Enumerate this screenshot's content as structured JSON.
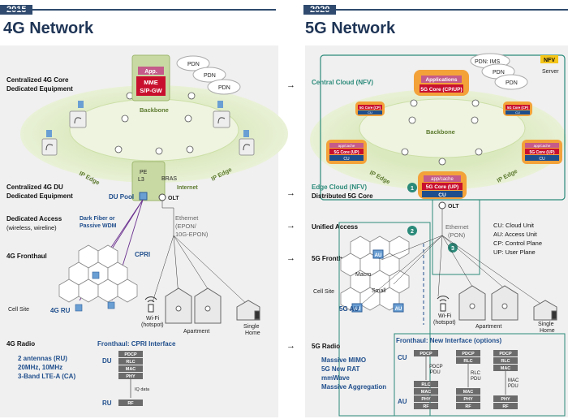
{
  "years": {
    "left": "2015",
    "right": "2020"
  },
  "titles": {
    "left": "4G Network",
    "right": "5G Network"
  },
  "left": {
    "rows": {
      "core_1": "Centralized 4G Core",
      "core_2": "Dedicated Equipment",
      "du_1": "Centralized 4G DU",
      "du_2": "Dedicated Equipment",
      "access_1": "Dedicated Access",
      "access_2": "(wireless, wireline)",
      "fronthaul": "4G Fronthaul",
      "cellsite": "Cell Site",
      "radio": "4G Radio"
    },
    "core": {
      "app": "App.",
      "mme_1": "MME",
      "mme_2": "S/P-GW",
      "pdn": "PDN"
    },
    "backbone": "Backbone",
    "ip_edge": "IP Edge",
    "pe_1": "PE",
    "pe_2": "L3",
    "bras": "BRAS",
    "internet": "Internet",
    "du_pool": "DU Pool",
    "olt": "OLT",
    "dark_fiber_1": "Dark Fiber or",
    "dark_fiber_2": "Passive WDM",
    "ethernet_1": "Ethernet",
    "ethernet_2": "(EPON/",
    "ethernet_3": "10G-EPON)",
    "cpri": "CPRI",
    "ru_4g": "4G RU",
    "wifi_1": "Wi-Fi",
    "wifi_2": "(hotspot)",
    "apartment": "Apartment",
    "single_1": "Single",
    "single_2": "Home",
    "fronthaul_title": "Fronthaul: CPRI Interface",
    "radio_spec_1": "2 antennas (RU)",
    "radio_spec_2": "20MHz, 10MHz",
    "radio_spec_3": "3-Band LTE-A (CA)",
    "du_label": "DU",
    "ru_label": "RU",
    "iq_data": "IQ data",
    "stack": {
      "pdcp": "PDCP",
      "rlc": "RLC",
      "mac": "MAC",
      "phy": "PHY",
      "rf": "RF"
    }
  },
  "arrows": "→",
  "right": {
    "central_cloud": "Central Cloud (NFV)",
    "nfv": "NFV",
    "server": "Server",
    "pdn_ims": "PDN: IMS",
    "pdn": "PDN",
    "applications": "Applications",
    "core_cpup": "5G Core (CP/UP)",
    "core_cp": "5G Core (CP)",
    "core_up": "5G Core (UP)",
    "cu": "CU",
    "app_cache": "app/cache",
    "backbone": "Backbone",
    "ip_edge": "IP Edge",
    "edge_cloud": "Edge Cloud (NFV)",
    "distributed_core": "Distributed 5G Core",
    "olt": "OLT",
    "unified_access": "Unified Access",
    "ethernet_1": "Ethernet",
    "ethernet_2": "(PON)",
    "legend": [
      "CU: Cloud Unit",
      "AU: Access Unit",
      "CP: Control Plane",
      "UP: User Plane"
    ],
    "fronthaul": "5G Fronthaul",
    "cellsite": "Cell Site",
    "macro": "Macro",
    "small": "Small",
    "au": "AU",
    "au_5g": "5G AU",
    "wifi_1": "Wi-Fi",
    "wifi_2": "(hotspot)",
    "apartment": "Apartment",
    "single_1": "Single",
    "single_2": "Home",
    "radio": "5G Radio",
    "fronthaul_title": "Fronthaul: New Interface (options)",
    "radio_spec_1": "Massive MIMO",
    "radio_spec_2": "5G New RAT",
    "radio_spec_3": "mmWave",
    "radio_spec_4": "Massive Aggregation",
    "cu_label": "CU",
    "au_label": "AU",
    "pdcp_pdu_1": "PDCP",
    "pdcp_pdu_2": "PDU",
    "rlc_pdu_1": "RLC",
    "rlc_pdu_2": "PDU",
    "mac_pdu_1": "MAC",
    "mac_pdu_2": "PDU",
    "badges": [
      "1",
      "2",
      "3"
    ],
    "stack": {
      "pdcp": "PDCP",
      "rlc": "RLC",
      "mac": "MAC",
      "phy": "PHY",
      "rf": "RF"
    }
  },
  "colors": {
    "navy": "#2f4a6e",
    "title": "#1f3556",
    "red": "#c8102e",
    "teal": "#2b8a7a",
    "blue": "#1f4e8c"
  }
}
